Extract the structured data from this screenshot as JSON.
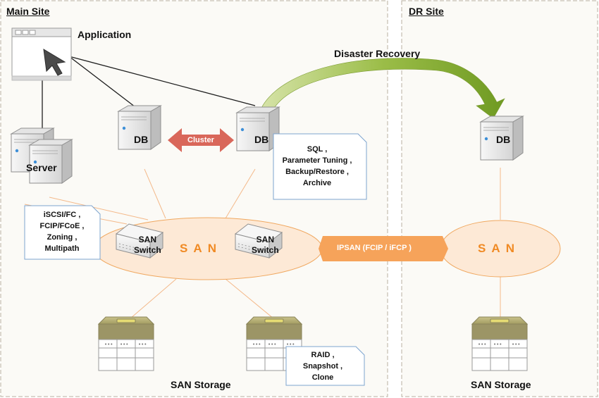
{
  "sites": {
    "main": "Main Site",
    "dr": "DR Site"
  },
  "labels": {
    "application": "Application",
    "server": "Server",
    "db": "DB",
    "cluster": "Cluster",
    "disaster_recovery": "Disaster Recovery",
    "san_switch": [
      "SAN",
      "Switch"
    ],
    "san_text": "S A N",
    "ipsan": "IPSAN (FCIP / iFCP )",
    "san_storage": "SAN Storage"
  },
  "notes": {
    "db_tasks": [
      "SQL ,",
      "Parameter Tuning ,",
      "Backup/Restore ,",
      "Archive"
    ],
    "protocols": [
      "iSCSI/FC ,",
      "FCIP/FCoE ,",
      "Zoning ,",
      "Multipath"
    ],
    "storage_features": [
      "RAID ,",
      "Snapshot ,",
      "Clone"
    ]
  },
  "colors": {
    "site_border": "#b8b0a0",
    "site_fill": "#fbfaf6",
    "san_fill": "#fde9d6",
    "san_stroke": "#f0a860",
    "san_text": "#f08a24",
    "ipsan_bar": "#f6a35a",
    "cluster_arrow": "#d9675a",
    "dr_arrow": "#8fb33a",
    "note_border": "#7da4cf",
    "storage_top": "#b9b27a"
  }
}
